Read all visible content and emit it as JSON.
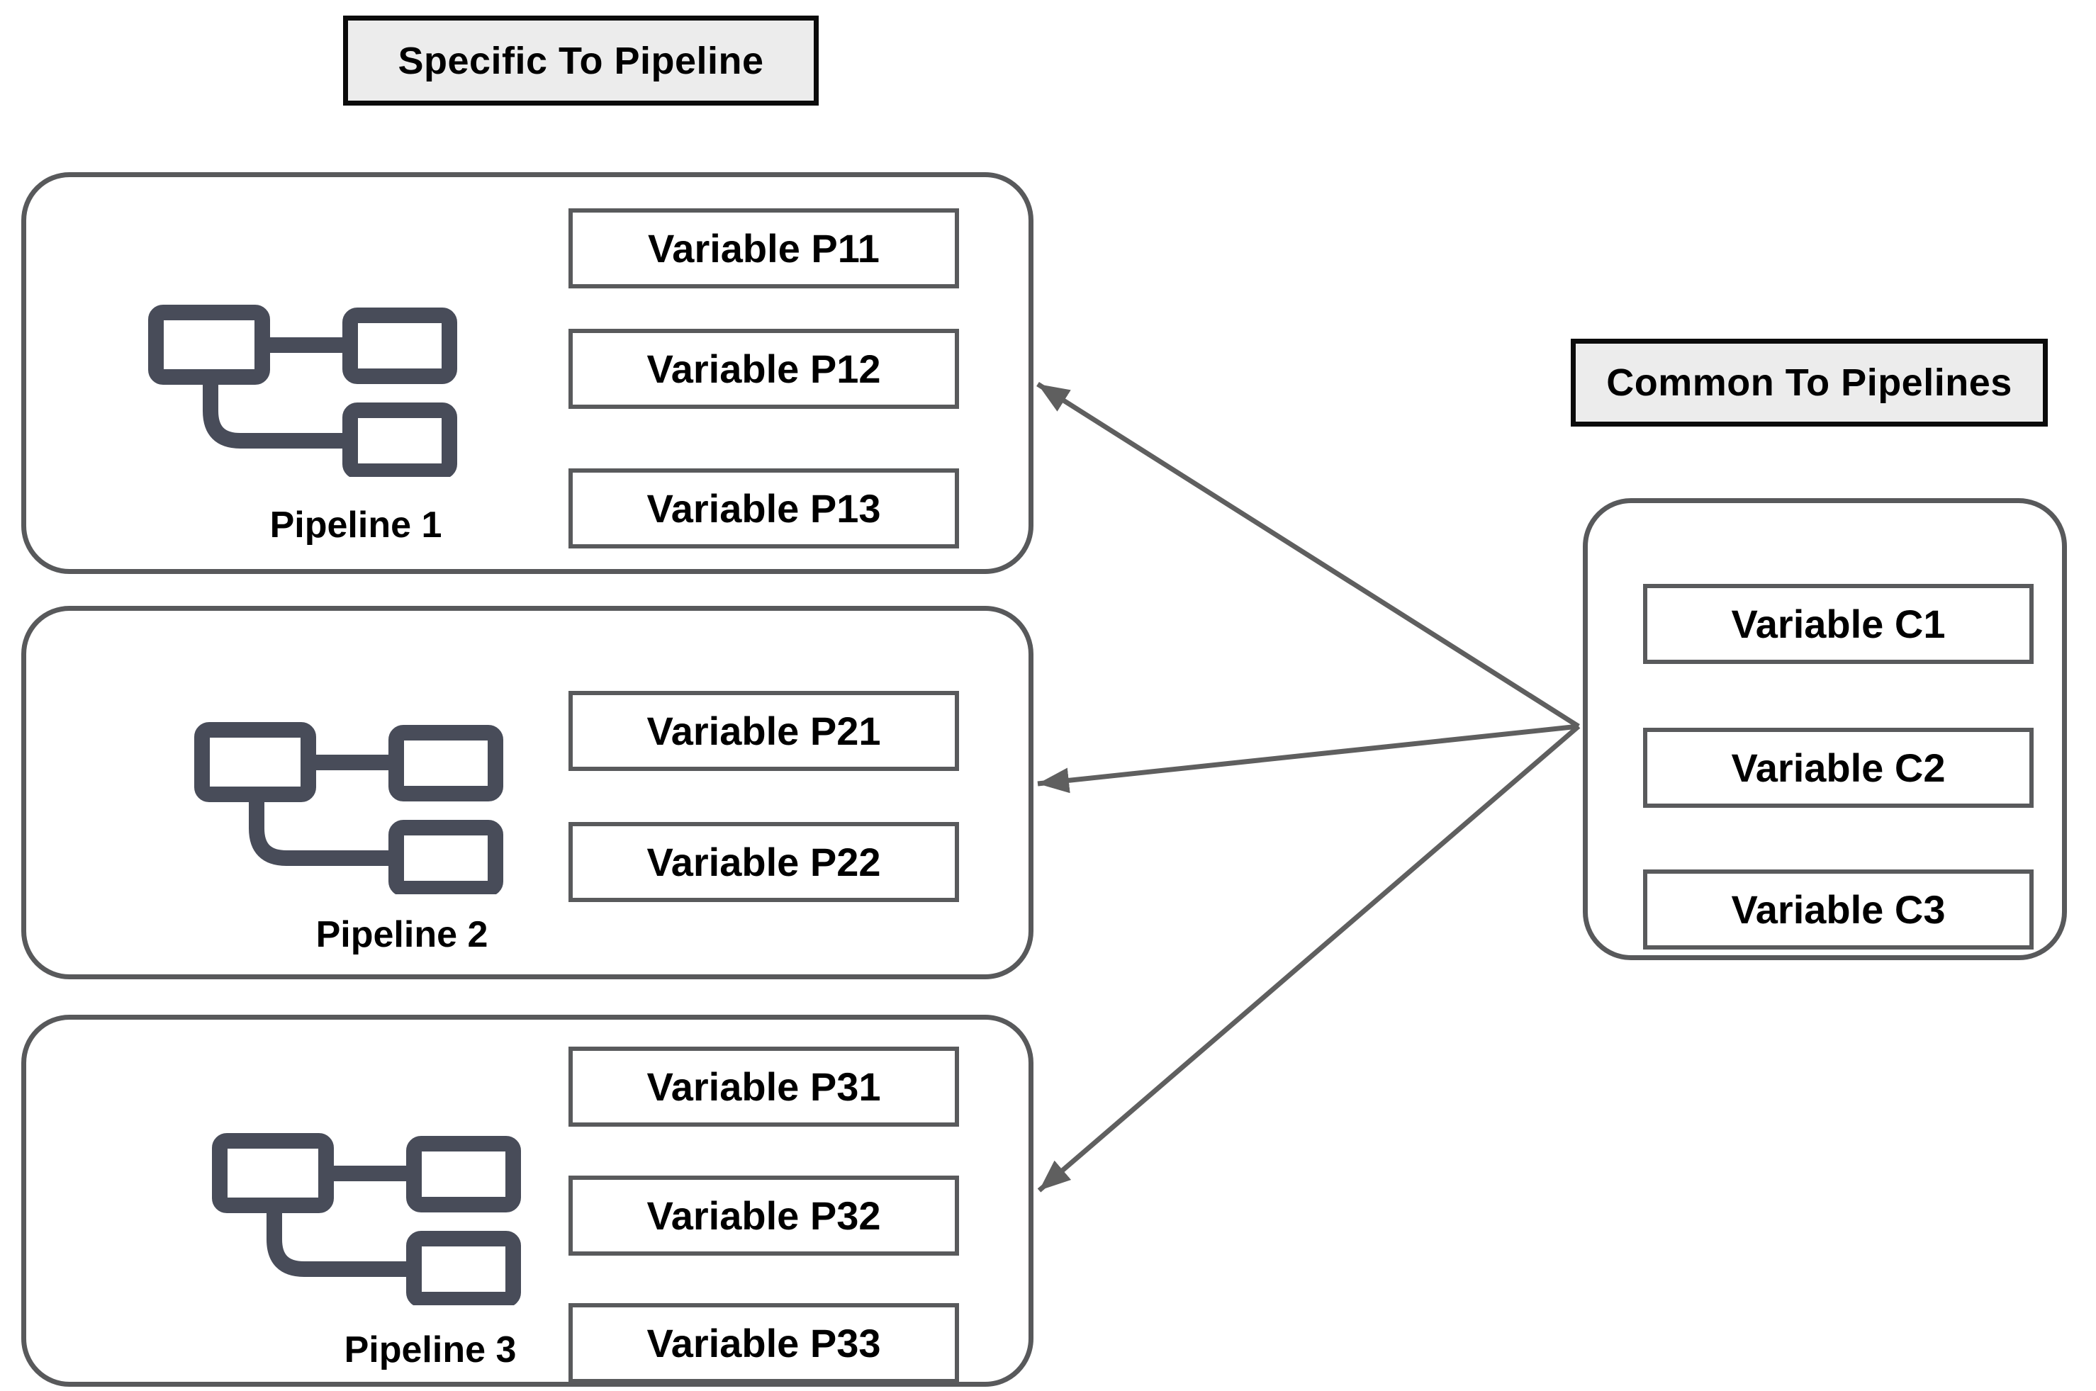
{
  "headers": {
    "specific": "Specific To Pipeline",
    "common": "Common To Pipelines"
  },
  "pipelines": [
    {
      "name": "Pipeline 1",
      "variables": [
        "Variable P11",
        "Variable P12",
        "Variable P13"
      ]
    },
    {
      "name": "Pipeline 2",
      "variables": [
        "Variable P21",
        "Variable P22"
      ]
    },
    {
      "name": "Pipeline 3",
      "variables": [
        "Variable P31",
        "Variable P32",
        "Variable P33"
      ]
    }
  ],
  "common": {
    "variables": [
      "Variable C1",
      "Variable C2",
      "Variable C3"
    ]
  },
  "icons": {
    "pipeline_icon": "flowchart-pipeline-icon"
  },
  "colors": {
    "background": "#ffffff",
    "header_fill": "#ececec",
    "header_border": "#0b0b0b",
    "container_border": "#58595b",
    "variable_border": "#595a5c",
    "arrow": "#5f5f5f",
    "icon": "#484c59",
    "text": "#000000"
  }
}
